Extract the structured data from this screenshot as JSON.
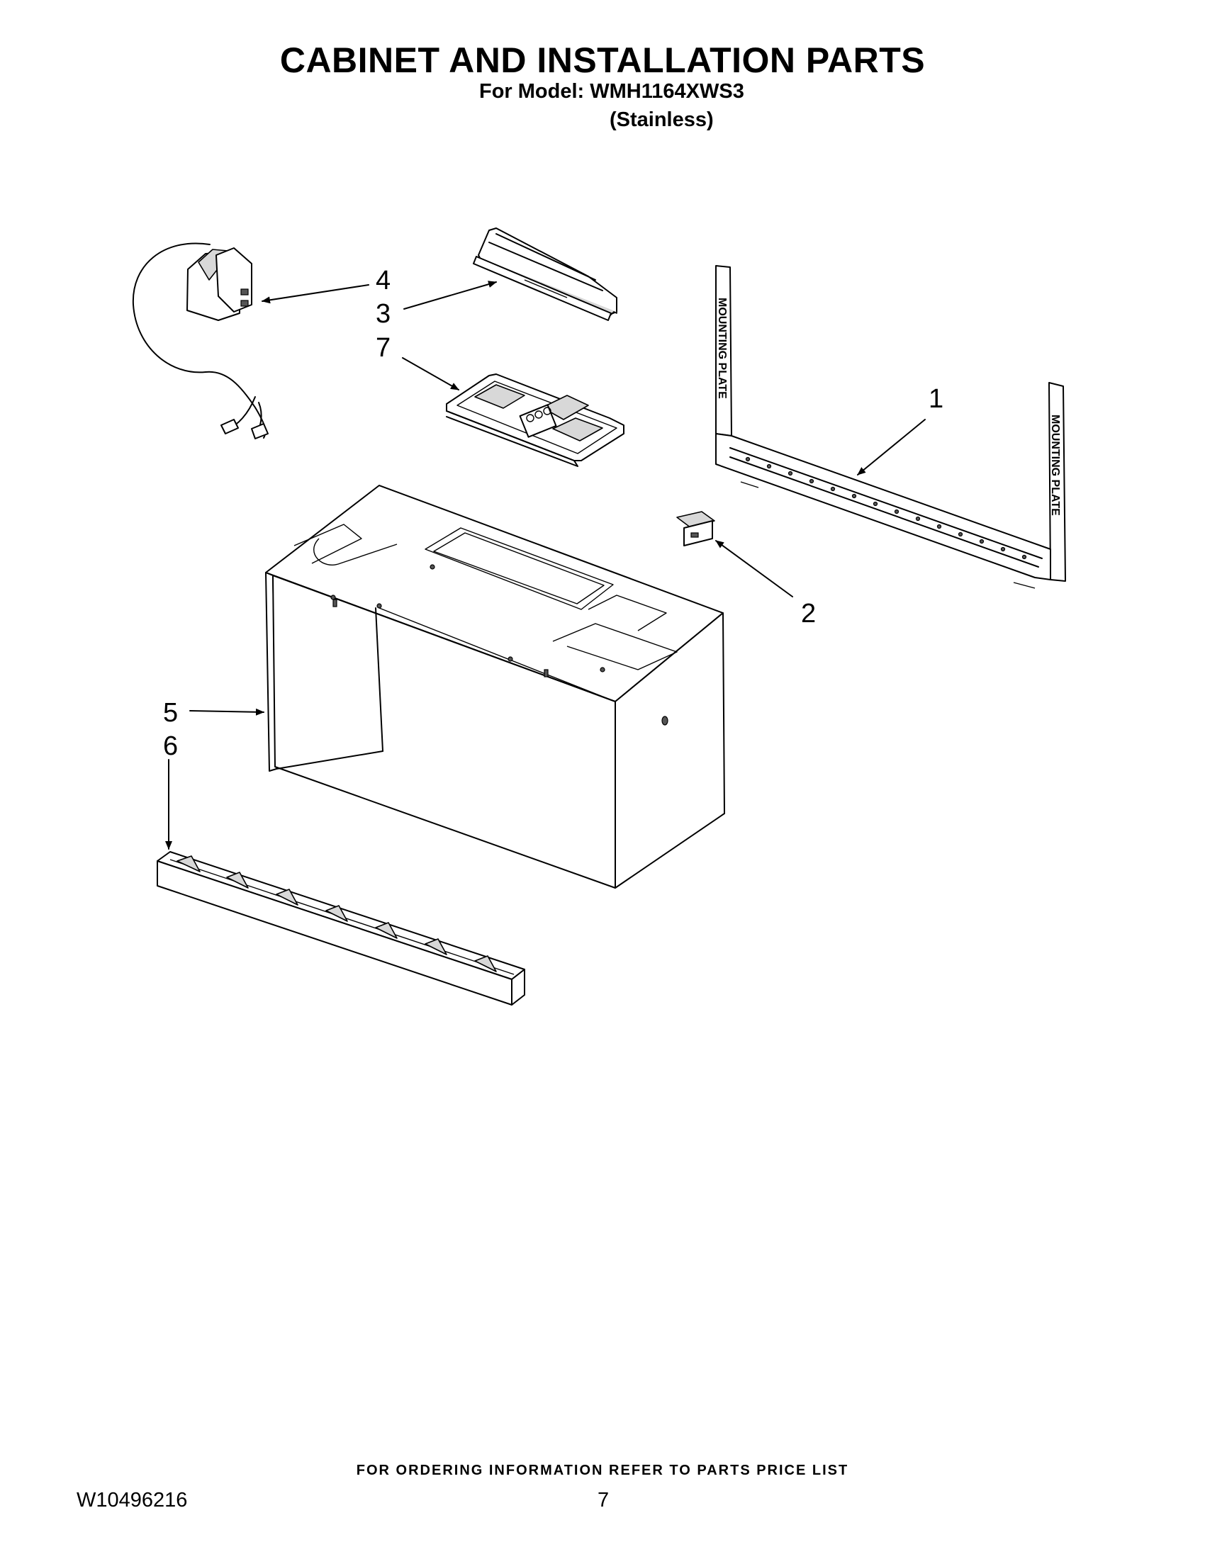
{
  "page": {
    "title": "CABINET AND INSTALLATION PARTS",
    "model_line": "For Model: WMH1164XWS3",
    "variant": "(Stainless)",
    "footer_note": "FOR ORDERING INFORMATION REFER TO PARTS PRICE LIST",
    "doc_number": "W10496216",
    "page_number": "7"
  },
  "diagram": {
    "plate_label": "MOUNTING PLATE",
    "callouts": [
      {
        "id": "1",
        "label": "1"
      },
      {
        "id": "2",
        "label": "2"
      },
      {
        "id": "3",
        "label": "3"
      },
      {
        "id": "4",
        "label": "4"
      },
      {
        "id": "5",
        "label": "5"
      },
      {
        "id": "6",
        "label": "6"
      },
      {
        "id": "7",
        "label": "7"
      }
    ]
  }
}
